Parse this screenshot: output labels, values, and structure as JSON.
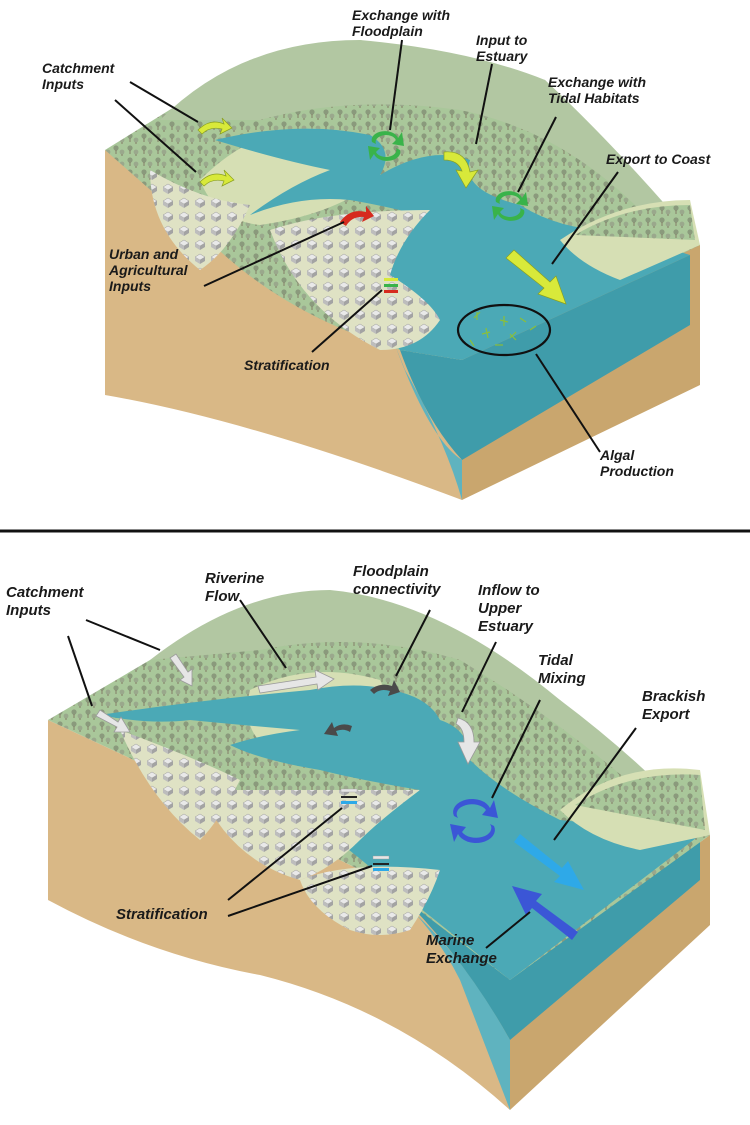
{
  "panels": [
    {
      "labels": {
        "catchment": "Catchment\nInputs",
        "floodplain": "Exchange with\nFloodplain",
        "estuary": "Input to\nEstuary",
        "tidal": "Exchange with\nTidal Habitats",
        "coast": "Export to Coast",
        "urban": "Urban and\nAgricultural\nInputs",
        "strat": "Stratification",
        "algal": "Algal\nProduction"
      }
    },
    {
      "labels": {
        "catchment": "Catchment\nInputs",
        "riverine": "Riverine\nFlow",
        "floodplain": "Floodplain\nconnectivity",
        "inflow": "Inflow to\nUpper\nEstuary",
        "tidal": "Tidal\nMixing",
        "brackish": "Brackish\nExport",
        "strat": "Stratification",
        "marine": "Marine\nExchange"
      }
    }
  ],
  "colors": {
    "land_green": "#a9c79a",
    "land_light": "#d6dfb4",
    "water": "#4ba9b6",
    "water_side": "#5fb3bf",
    "soil_front": "#d9b886",
    "soil_right": "#c9a66e",
    "arrow_yellow": "#d8e93a",
    "arrow_green": "#39b34a",
    "arrow_red": "#d62a1e",
    "arrow_white": "#e6e6e6",
    "arrow_dark": "#4a4a4a",
    "arrow_blue": "#3b56d6",
    "arrow_cyan": "#2ea9e8"
  }
}
